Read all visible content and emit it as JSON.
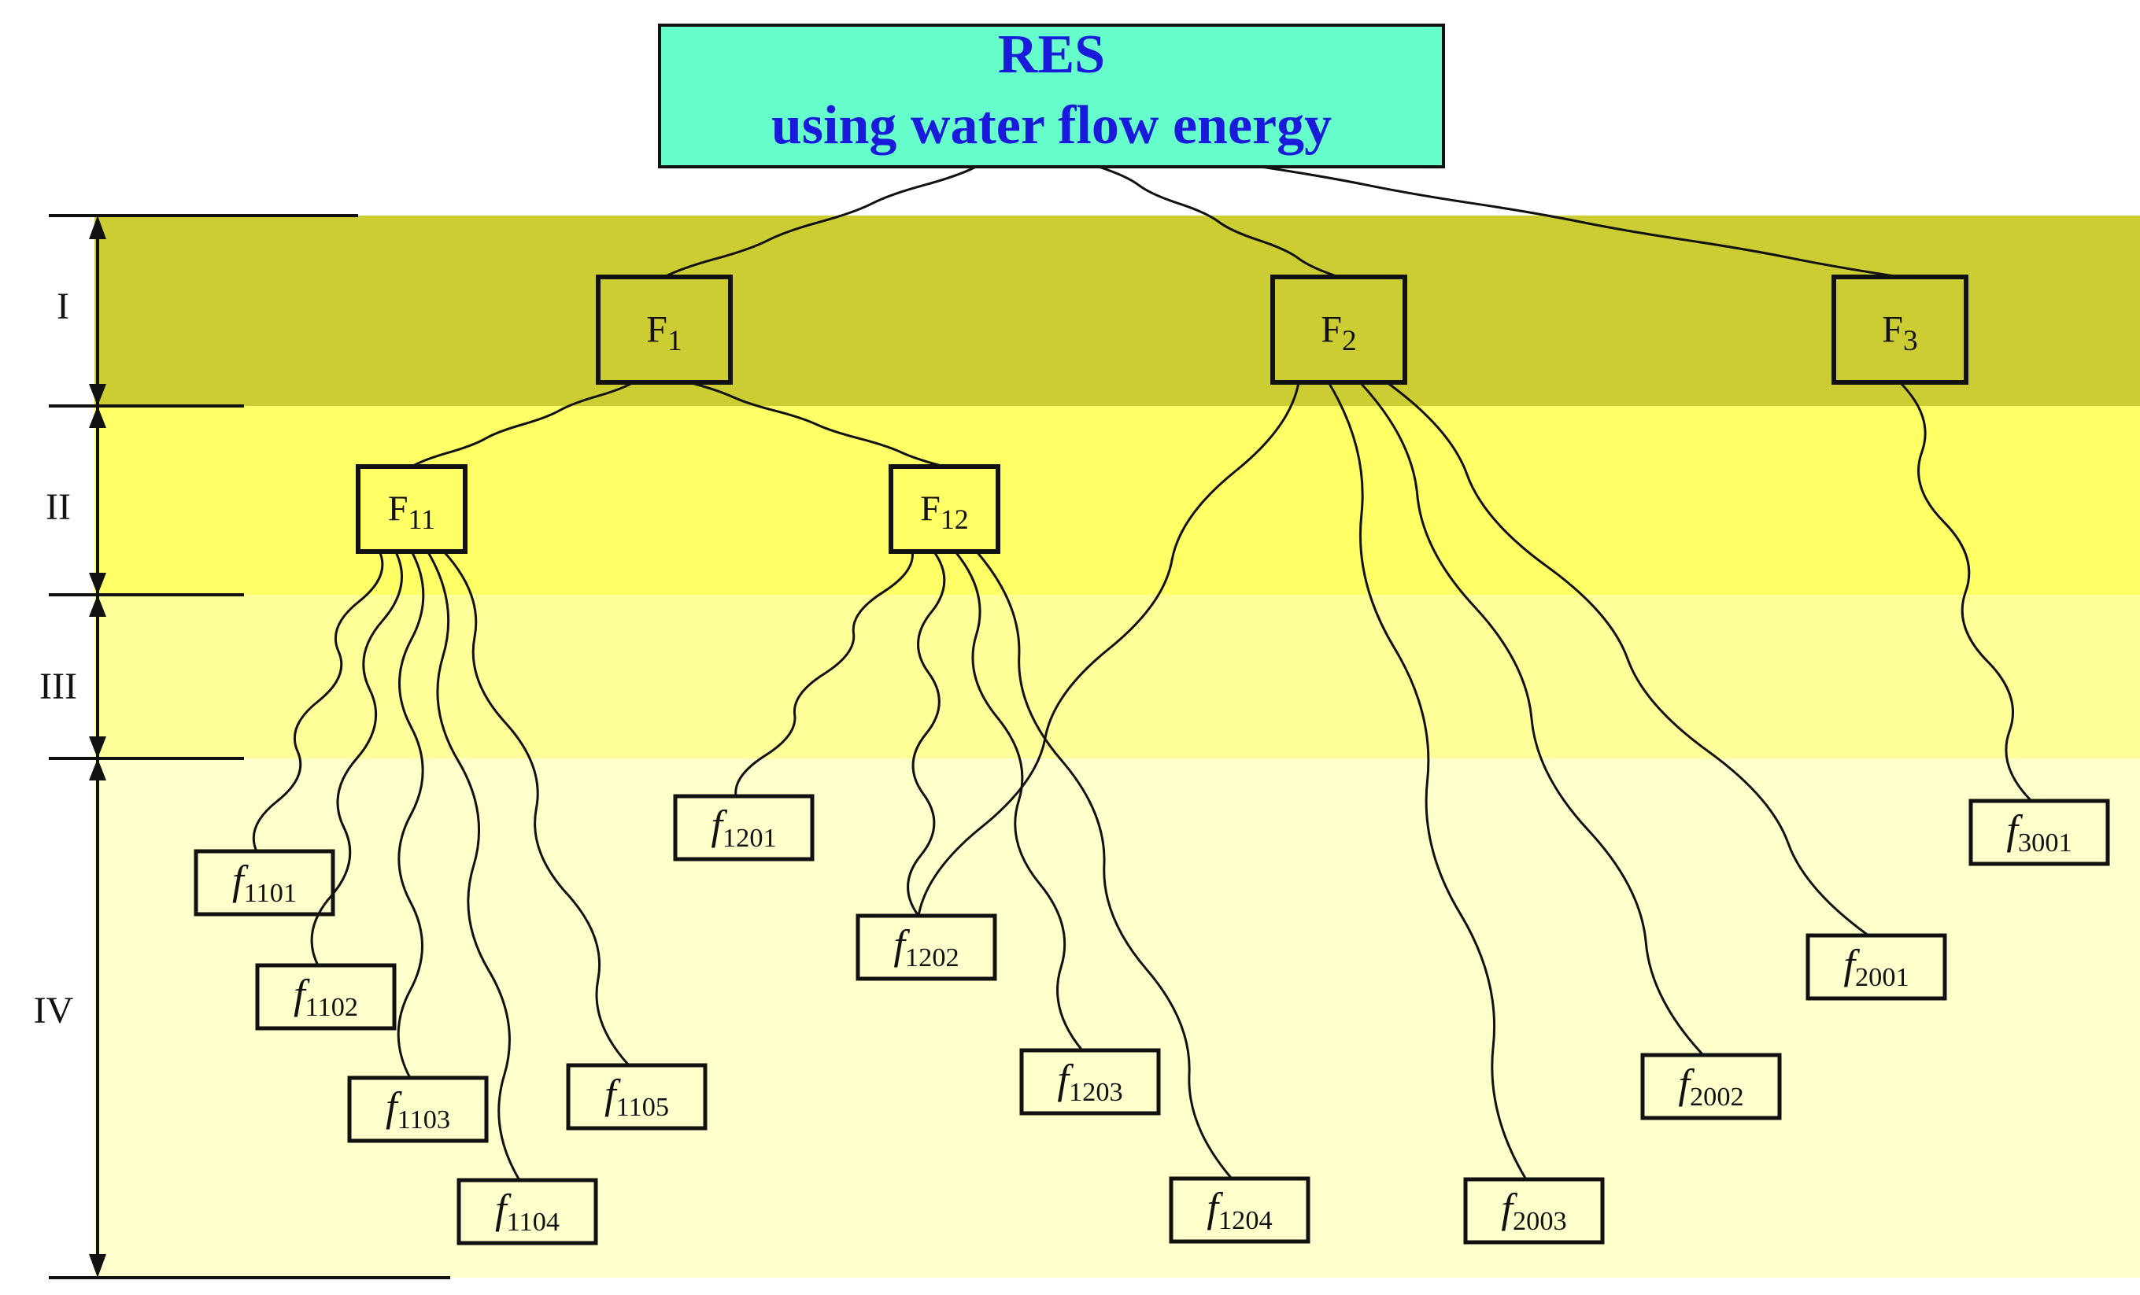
{
  "root": {
    "line1": "RES",
    "line2": "using water flow energy",
    "fill": "#66ffcc",
    "text_color": "#1a1adb"
  },
  "levels": [
    {
      "id": "l1",
      "label": "I",
      "color": "#cccc33"
    },
    {
      "id": "l2",
      "label": "II",
      "color": "#ffff66"
    },
    {
      "id": "l3",
      "label": "III",
      "color": "#ffff99"
    },
    {
      "id": "l4",
      "label": "IV",
      "color": "#ffffcc"
    }
  ],
  "nodes": {
    "F1": {
      "base": "F",
      "sub": "1",
      "italic": false
    },
    "F2": {
      "base": "F",
      "sub": "2",
      "italic": false
    },
    "F3": {
      "base": "F",
      "sub": "3",
      "italic": false
    },
    "F11": {
      "base": "F",
      "sub": "11",
      "italic": false
    },
    "F12": {
      "base": "F",
      "sub": "12",
      "italic": false
    },
    "f1101": {
      "base": "f",
      "sub": "1101",
      "italic": true
    },
    "f1102": {
      "base": "f",
      "sub": "1102",
      "italic": true
    },
    "f1103": {
      "base": "f",
      "sub": "1103",
      "italic": true
    },
    "f1104": {
      "base": "f",
      "sub": "1104",
      "italic": true
    },
    "f1105": {
      "base": "f",
      "sub": "1105",
      "italic": true
    },
    "f1201": {
      "base": "f",
      "sub": "1201",
      "italic": true
    },
    "f1202": {
      "base": "f",
      "sub": "1202",
      "italic": true
    },
    "f1203": {
      "base": "f",
      "sub": "1203",
      "italic": true
    },
    "f1204": {
      "base": "f",
      "sub": "1204",
      "italic": true
    },
    "f2001": {
      "base": "f",
      "sub": "2001",
      "italic": true
    },
    "f2002": {
      "base": "f",
      "sub": "2002",
      "italic": true
    },
    "f2003": {
      "base": "f",
      "sub": "2003",
      "italic": true
    },
    "f3001": {
      "base": "f",
      "sub": "3001",
      "italic": true
    }
  },
  "edges": [
    [
      "root",
      "F1"
    ],
    [
      "root",
      "F2"
    ],
    [
      "root",
      "F3"
    ],
    [
      "F1",
      "F11"
    ],
    [
      "F1",
      "F12"
    ],
    [
      "F11",
      "f1101"
    ],
    [
      "F11",
      "f1102"
    ],
    [
      "F11",
      "f1103"
    ],
    [
      "F11",
      "f1104"
    ],
    [
      "F11",
      "f1105"
    ],
    [
      "F12",
      "f1201"
    ],
    [
      "F12",
      "f1202"
    ],
    [
      "F12",
      "f1203"
    ],
    [
      "F12",
      "f1204"
    ],
    [
      "F2",
      "f1202"
    ],
    [
      "F2",
      "f2003"
    ],
    [
      "F2",
      "f2002"
    ],
    [
      "F2",
      "f2001"
    ],
    [
      "F3",
      "f3001"
    ]
  ]
}
